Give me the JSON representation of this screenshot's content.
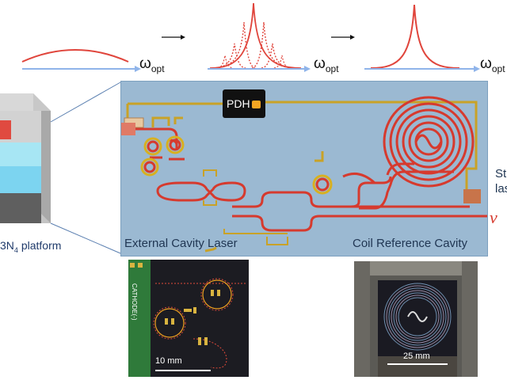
{
  "spectra": {
    "axis_label_main": "ω",
    "axis_label_sub": "opt"
  },
  "panel": {
    "left_label": "External Cavity Laser",
    "right_label": "Coil Reference Cavity",
    "pdh_label": "PDH",
    "side_text_line1": "St",
    "side_text_line2": "las",
    "side_mark": "v"
  },
  "platform": {
    "label_prefix": "3",
    "label_n": "N",
    "label_sub": "4",
    "label_rest": " platform"
  },
  "photos": {
    "left_scale": "10 mm",
    "left_chip_text": "CATHODE(-)",
    "right_scale": "25 mm"
  },
  "colors": {
    "panel_bg": "#9bb9d2",
    "waveguide_red": "#d63a2e",
    "trace_gold": "#c9a227",
    "arrow_blue": "#8fb4ea",
    "spectrum_red": "#e0453c"
  }
}
